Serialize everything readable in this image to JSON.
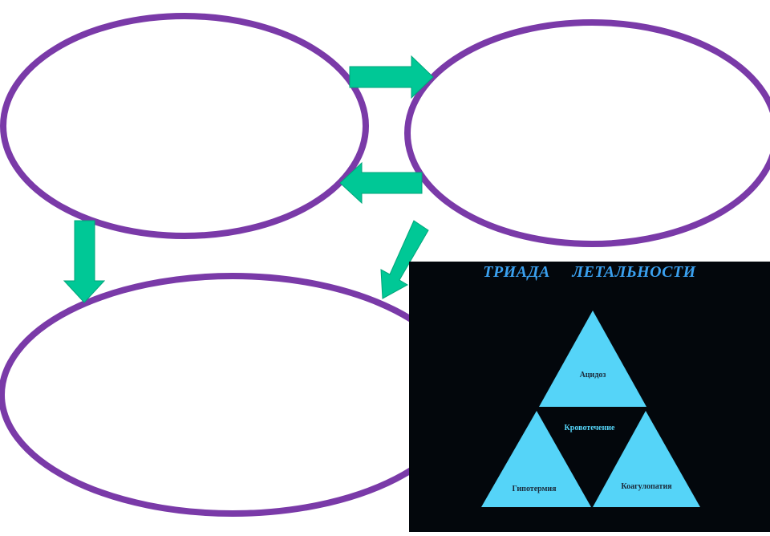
{
  "diagram": {
    "ellipses": [
      {
        "id": "top-left",
        "text": ""
      },
      {
        "id": "top-right",
        "text": ""
      },
      {
        "id": "bottom-left",
        "text": ""
      }
    ],
    "colors": {
      "ellipse_stroke": "#7a3aa8",
      "arrow_fill": "#00c896",
      "arrow_stroke": "#00a57a"
    }
  },
  "triad_panel": {
    "title": "ТРИАДА     ЛЕТАЛЬНОСТИ",
    "center_label": "Кровотечение",
    "top_label": "Ацидоз",
    "bottom_left_label": "Гипотермия",
    "bottom_right_label": "Коагулопатия",
    "colors": {
      "background": "#03070c",
      "triangle_fill": "#55d4f8",
      "title": "#3aa0ef"
    }
  }
}
